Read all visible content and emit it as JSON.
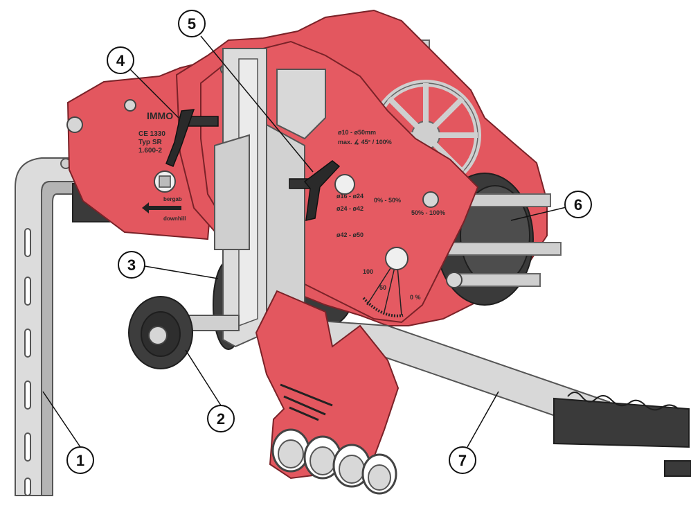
{
  "colors": {
    "red_plate": "#e3575f",
    "red_dark": "#b83a42",
    "steel": "#d9d9d9",
    "steel_dark": "#8c8c8c",
    "rubber": "#3d3d3d",
    "rubber_dark": "#222222",
    "callout_fill": "#ffffff",
    "callout_stroke": "#111111"
  },
  "callouts": [
    {
      "number": "1",
      "part": "side-bracket"
    },
    {
      "number": "2",
      "part": "guide-roller"
    },
    {
      "number": "3",
      "part": "rear-drum"
    },
    {
      "number": "4",
      "part": "locking-lever"
    },
    {
      "number": "5",
      "part": "clamp-screw"
    },
    {
      "number": "6",
      "part": "main-drum"
    },
    {
      "number": "7",
      "part": "handle-lever"
    }
  ],
  "plate_texts": {
    "brand": "IMMO",
    "ce": "CE 1330",
    "type": "Typ SR",
    "load": "1.600-2",
    "downhill_de": "bergab",
    "downhill_en": "downhill",
    "diameter_range": "ø10 - ø50mm",
    "angle": "max. ∡ 45° / 100%",
    "range_1": "ø16 - ø24",
    "range_2": "ø24 - ø42",
    "range_3": "ø42 - ø50",
    "slope_1": "0% - 50%",
    "slope_2": "50% - 100%",
    "scale_100": "100",
    "scale_50": "50",
    "scale_0": "0 %"
  }
}
